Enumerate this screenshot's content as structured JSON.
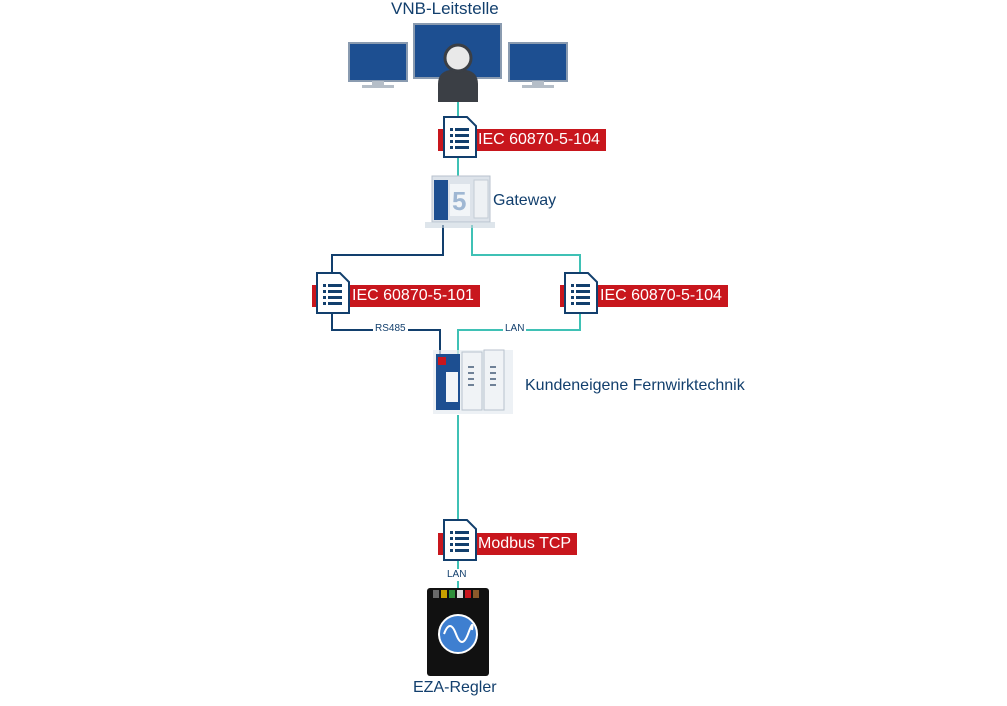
{
  "nodes": {
    "control_center": "VNB-Leitstelle",
    "gateway": "Gateway",
    "rtu": "Kundeneigene Fernwirktechnik",
    "controller": "EZA-Regler"
  },
  "protocols": {
    "top": "IEC 60870-5-104",
    "left": "IEC 60870-5-101",
    "right": "IEC 60870-5-104",
    "bottom": "Modbus TCP"
  },
  "links": {
    "rs485": "RS485",
    "lan_right": "LAN",
    "lan_bottom": "LAN"
  },
  "colors": {
    "protocol_red": "#c8161d",
    "text_navy": "#123f6d",
    "line_navy": "#123f6d",
    "line_teal": "#3fc1b5",
    "device_blue": "#1d4f91"
  }
}
